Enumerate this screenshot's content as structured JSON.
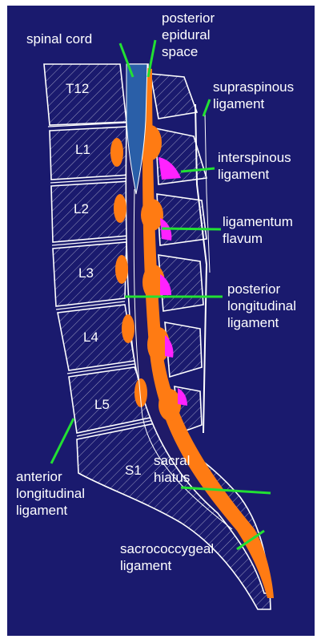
{
  "palette": {
    "background": "#1a1a6e",
    "outline": "#ffffff",
    "spinal_cord": "#2a5fa8",
    "epidural_fat": "#ff7b13",
    "ligamentum_flavum": "#ff22ff",
    "leader_line": "#22e033"
  },
  "vertebrae": [
    "T12",
    "L1",
    "L2",
    "L3",
    "L4",
    "L5",
    "S1"
  ],
  "labels": {
    "spinal_cord": [
      "spinal cord"
    ],
    "posterior_epidural_space": [
      "posterior",
      "epidural",
      "space"
    ],
    "supraspinous_ligament": [
      "supraspinous",
      "ligament"
    ],
    "interspinous_ligament": [
      "interspinous",
      "ligament"
    ],
    "ligamentum_flavum": [
      "ligamentum",
      "flavum"
    ],
    "posterior_longitudinal_ligament": [
      "posterior",
      "longitudinal",
      "ligament"
    ],
    "anterior_longitudinal_ligament": [
      "anterior",
      "longitudinal",
      "ligament"
    ],
    "sacral_hiatus": [
      "sacral",
      "hiatus"
    ],
    "sacrococcygeal_ligament": [
      "sacrococcygeal",
      "ligament"
    ]
  }
}
